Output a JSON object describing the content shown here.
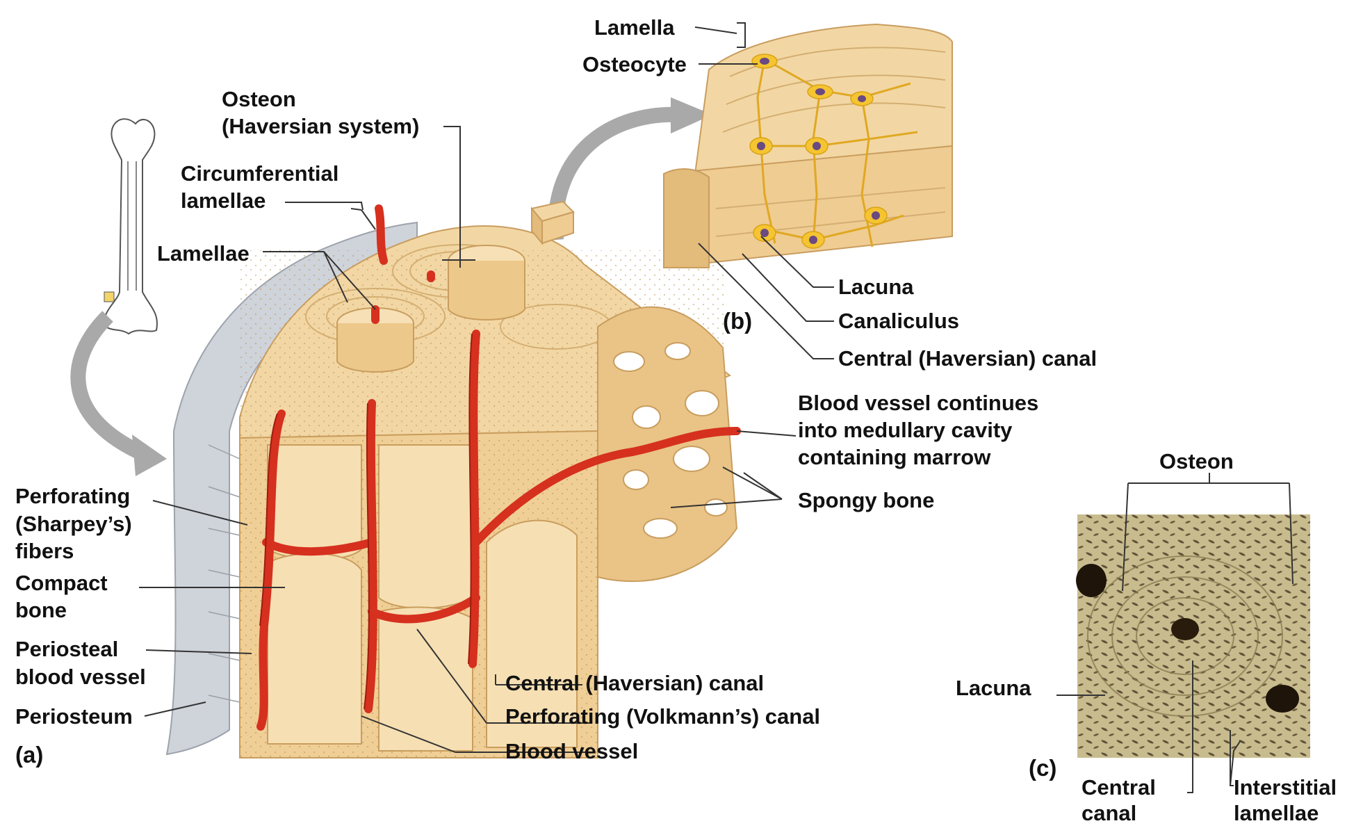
{
  "colors": {
    "bone": "#f2d7a4",
    "bone_dark": "#d9b57a",
    "bone_shadow": "#c99d5e",
    "vessel": "#d6301f",
    "vessel_dark": "#9c1d10",
    "periosteum": "#cfd3da",
    "osteocyte": "#f5c431",
    "osteocyte_nucleus": "#6a4a80",
    "micrograph": "#c8bc8e",
    "arrow": "#a9a9a9",
    "text": "#111111"
  },
  "panel_a": {
    "tag": "(a)",
    "labels": {
      "osteon_1": "Osteon",
      "osteon_2": "(Haversian system)",
      "circ_1": "Circumferential",
      "circ_2": "lamellae",
      "lamellae": "Lamellae",
      "perforating_fibers_1": "Perforating",
      "perforating_fibers_2": "(Sharpey’s)",
      "perforating_fibers_3": "fibers",
      "compact_1": "Compact",
      "compact_2": "bone",
      "periosteal_1": "Periosteal",
      "periosteal_2": "blood vessel",
      "periosteum": "Periosteum",
      "bv_continues_1": "Blood vessel continues",
      "bv_continues_2": "into medullary cavity",
      "bv_continues_3": "containing marrow",
      "spongy": "Spongy bone",
      "central_canal": "Central (Haversian) canal",
      "volkmann": "Perforating (Volkmann’s) canal",
      "blood_vessel": "Blood vessel"
    }
  },
  "panel_b": {
    "tag": "(b)",
    "labels": {
      "lamella": "Lamella",
      "osteocyte": "Osteocyte",
      "lacuna": "Lacuna",
      "canaliculus": "Canaliculus",
      "central_canal": "Central (Haversian) canal"
    }
  },
  "panel_c": {
    "tag": "(c)",
    "labels": {
      "osteon": "Osteon",
      "lacuna": "Lacuna",
      "central_1": "Central",
      "central_2": "canal",
      "interstitial_1": "Interstitial",
      "interstitial_2": "lamellae"
    }
  }
}
